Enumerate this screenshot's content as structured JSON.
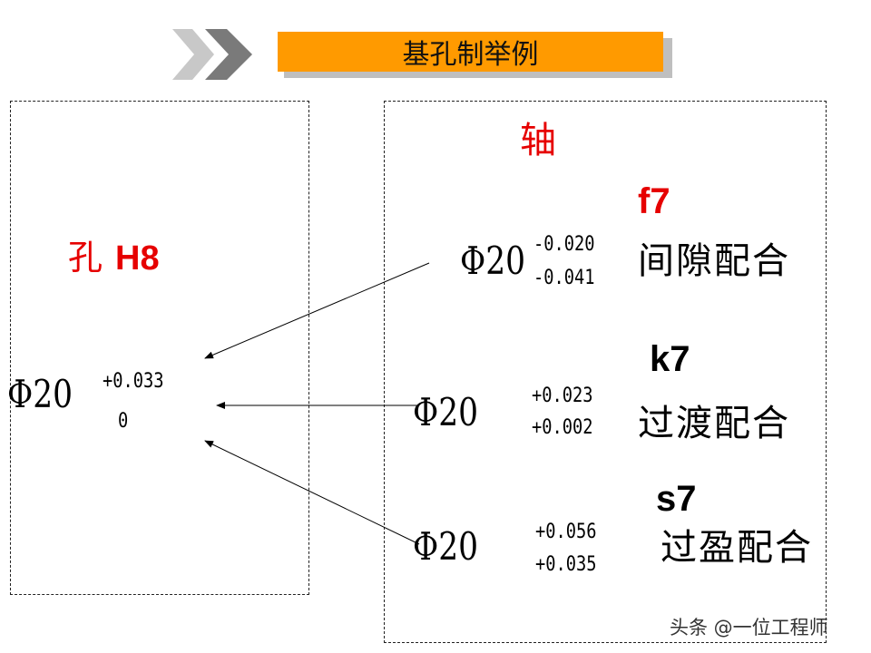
{
  "header": {
    "title": "基孔制举例",
    "colors": {
      "title_bg": "#ff9a00",
      "chevron_light": "#c8c8c8",
      "chevron_dark": "#7a7a7a"
    }
  },
  "hole": {
    "label": "孔",
    "grade": "H8",
    "dimension": "Φ20",
    "upper_deviation": "+0.033",
    "lower_deviation": "0",
    "color": "#e60000"
  },
  "shaft": {
    "label": "轴",
    "color": "#e60000",
    "fits": [
      {
        "grade": "f7",
        "grade_color": "#e60000",
        "dimension": "Φ20",
        "upper_deviation": "-0.020",
        "lower_deviation": "-0.041",
        "fit_type": "间隙配合"
      },
      {
        "grade": "k7",
        "grade_color": "#000000",
        "dimension": "Φ20",
        "upper_deviation": "+0.023",
        "lower_deviation": "+0.002",
        "fit_type": "过渡配合"
      },
      {
        "grade": "s7",
        "grade_color": "#000000",
        "dimension": "Φ20",
        "upper_deviation": "+0.056",
        "lower_deviation": "+0.035",
        "fit_type": "过盈配合"
      }
    ]
  },
  "watermark": "头条 @一位工程师"
}
